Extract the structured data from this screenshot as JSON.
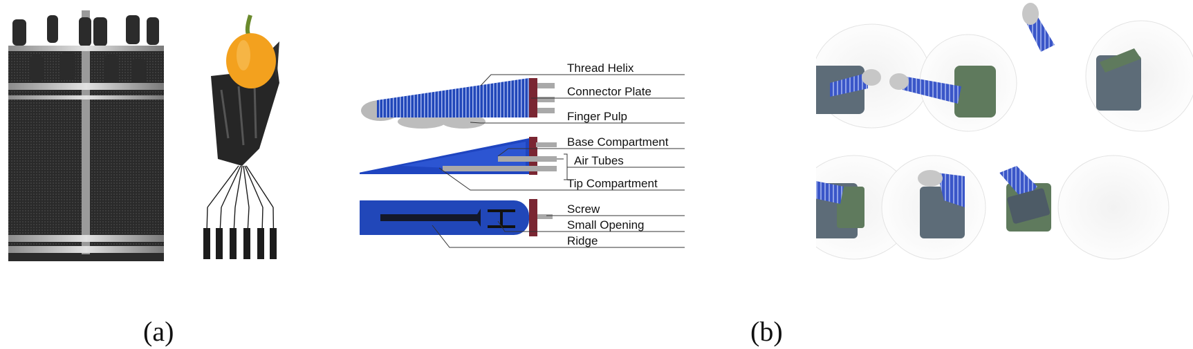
{
  "captions": {
    "a": "(a)",
    "b": "(b)"
  },
  "diagram_labels": [
    "Thread Helix",
    "Connector Plate",
    "Finger Pulp",
    "Base Compartment",
    "Air Tubes",
    "Tip Compartment",
    "Screw",
    "Small Opening",
    "Ridge"
  ],
  "colors": {
    "finger_blue": "#2147b9",
    "connector_red": "#7a2632",
    "pulp_gray": "#b9b9b9",
    "pepper_orange": "#f3a11e",
    "robot_dark": "#2a2a2a",
    "housing_slate": "#5d6c78",
    "housing_green": "#5f7a5d"
  }
}
